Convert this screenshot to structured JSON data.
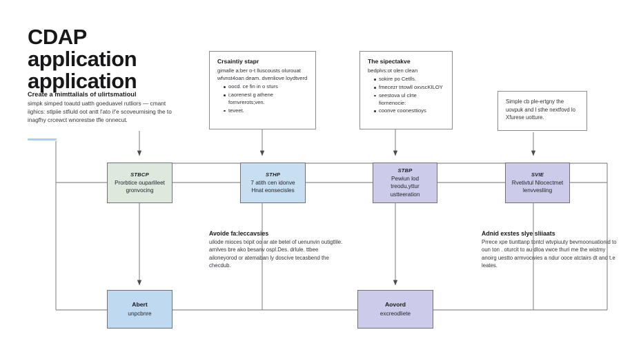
{
  "header": {
    "title_lines": [
      "CDAP",
      "application",
      "application"
    ],
    "intro_heading": "Create a mimttalials of ulirtsmatioul",
    "intro_body": "simpk simped toautd uatth goeduavel rutliors — cmant iighics: stlpiie stfiuld oot antt l'ato i!'e scoveurnising the to inagfhy crcewct wnorestse tfle onnecut.",
    "accent_color": "#a8d0ec"
  },
  "notes": [
    {
      "id": "note-1",
      "title": "Crsaintiy stapr",
      "lead": "gimalle a:ber o-t lluscousts olurouat wfvnst4oan deam. dvenliove loydtverd",
      "bullets": [
        "oocd. ce fin in o sturs",
        "i;aorenest g athene fornvrerots;ven.",
        "teveet."
      ]
    },
    {
      "id": "note-2",
      "title": "The sipectakve",
      "lead": "bedplvs:ot olen clean",
      "bullets": [
        "sokire po Cetlls.",
        "fmecezr trtowll oxvscKILOY",
        "seestova ul clrte fiornenocie:",
        "coonve coonesttioys"
      ]
    },
    {
      "id": "note-3",
      "title": "",
      "plain": "Simple cb ple-ertgny the uovpuk and l sthe nextfovd lo Xfurese uotture."
    }
  ],
  "steps": [
    {
      "id": "step-1",
      "kicker": "STBCP",
      "text": "Prorbtice ouparlileet gronvocing",
      "fill": "#dde9dd",
      "border": "#6f6f78"
    },
    {
      "id": "step-2",
      "kicker": "STHP",
      "text": "7 atith cen idonve Hnat eonsecisles",
      "fill": "#c8dff2",
      "border": "#6f6f78"
    },
    {
      "id": "step-3",
      "kicker": "STBP",
      "text": "Pewiun lod treodu,yttur ustteeration",
      "fill": "#ccccea",
      "border": "#6f6f78"
    },
    {
      "id": "step-4",
      "kicker": "SVIE",
      "text": "Rvetivtul Nlocectmet lenvvesliing",
      "fill": "#ccccea",
      "border": "#6f6f78"
    }
  ],
  "annotations": [
    {
      "id": "annot-1",
      "title": "Avoide fa:leccavsies",
      "body": "uilode mioces txipit oo ar ate betel of uenunvin outigtlile. arnlves bre ako besanv ospl.Des. drlule. ttbee ailoneyorod or atemaban ly doscive tecasbend the checdub."
    },
    {
      "id": "annot-2",
      "title": "Adnid exstes slye sliiaats",
      "body": "Prrece xpe tiunttanp tontcl wtvpiuuty bevmoonuationid to oun ton . oturcit to au dloa vwce thuri me the wistmy anoirg uestto armvocwies a ndur ooce atctairs dt and t.e leates."
    }
  ],
  "outcomes": [
    {
      "id": "outcome-1",
      "title": "Abert",
      "text": "unpcbnre",
      "fill": "#bfd9f0",
      "border": "#6f6f78"
    },
    {
      "id": "outcome-2",
      "title": "Aovord",
      "text": "excreodliete",
      "fill": "#ccccea",
      "border": "#6f6f78"
    }
  ],
  "wire_color": "#8a8a92"
}
